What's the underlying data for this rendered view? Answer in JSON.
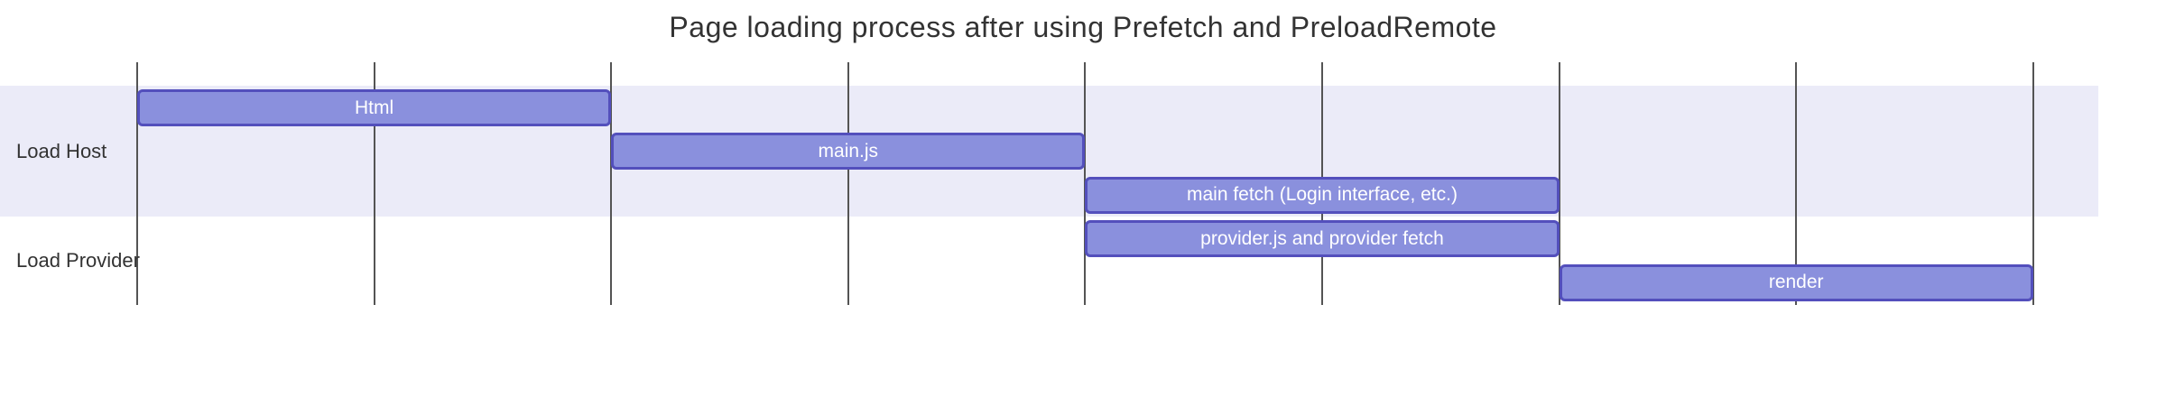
{
  "chart_data": {
    "type": "gantt",
    "title": "Page loading process after using Prefetch and PreloadRemote",
    "sections": [
      {
        "label": "Load Host",
        "task_count": 3
      },
      {
        "label": "Load Provider",
        "task_count": 2
      }
    ],
    "tasks": [
      {
        "label": "Html",
        "section": "Load Host",
        "row": 0,
        "start": 0,
        "end": 2
      },
      {
        "label": "main.js",
        "section": "Load Host",
        "row": 1,
        "start": 2,
        "end": 4
      },
      {
        "label": "main fetch  (Login interface, etc.)",
        "section": "Load Host",
        "row": 2,
        "start": 4,
        "end": 6
      },
      {
        "label": "provider.js and provider fetch",
        "section": "Load Provider",
        "row": 3,
        "start": 4,
        "end": 6
      },
      {
        "label": "render",
        "section": "Load Provider",
        "row": 4,
        "start": 6,
        "end": 8
      }
    ],
    "axis": {
      "min": 0,
      "max": 8,
      "gridline_count": 9,
      "tick_labels_visible": false
    },
    "grid": true,
    "legend": false,
    "colors": {
      "task_fill": "#8a90dd",
      "task_border": "#534fbc",
      "task_text": "#ffffff",
      "section_band": "#ebebf8",
      "alt_section_band": "#ffffff",
      "gridline": "#545454",
      "label_text": "#333333"
    }
  }
}
